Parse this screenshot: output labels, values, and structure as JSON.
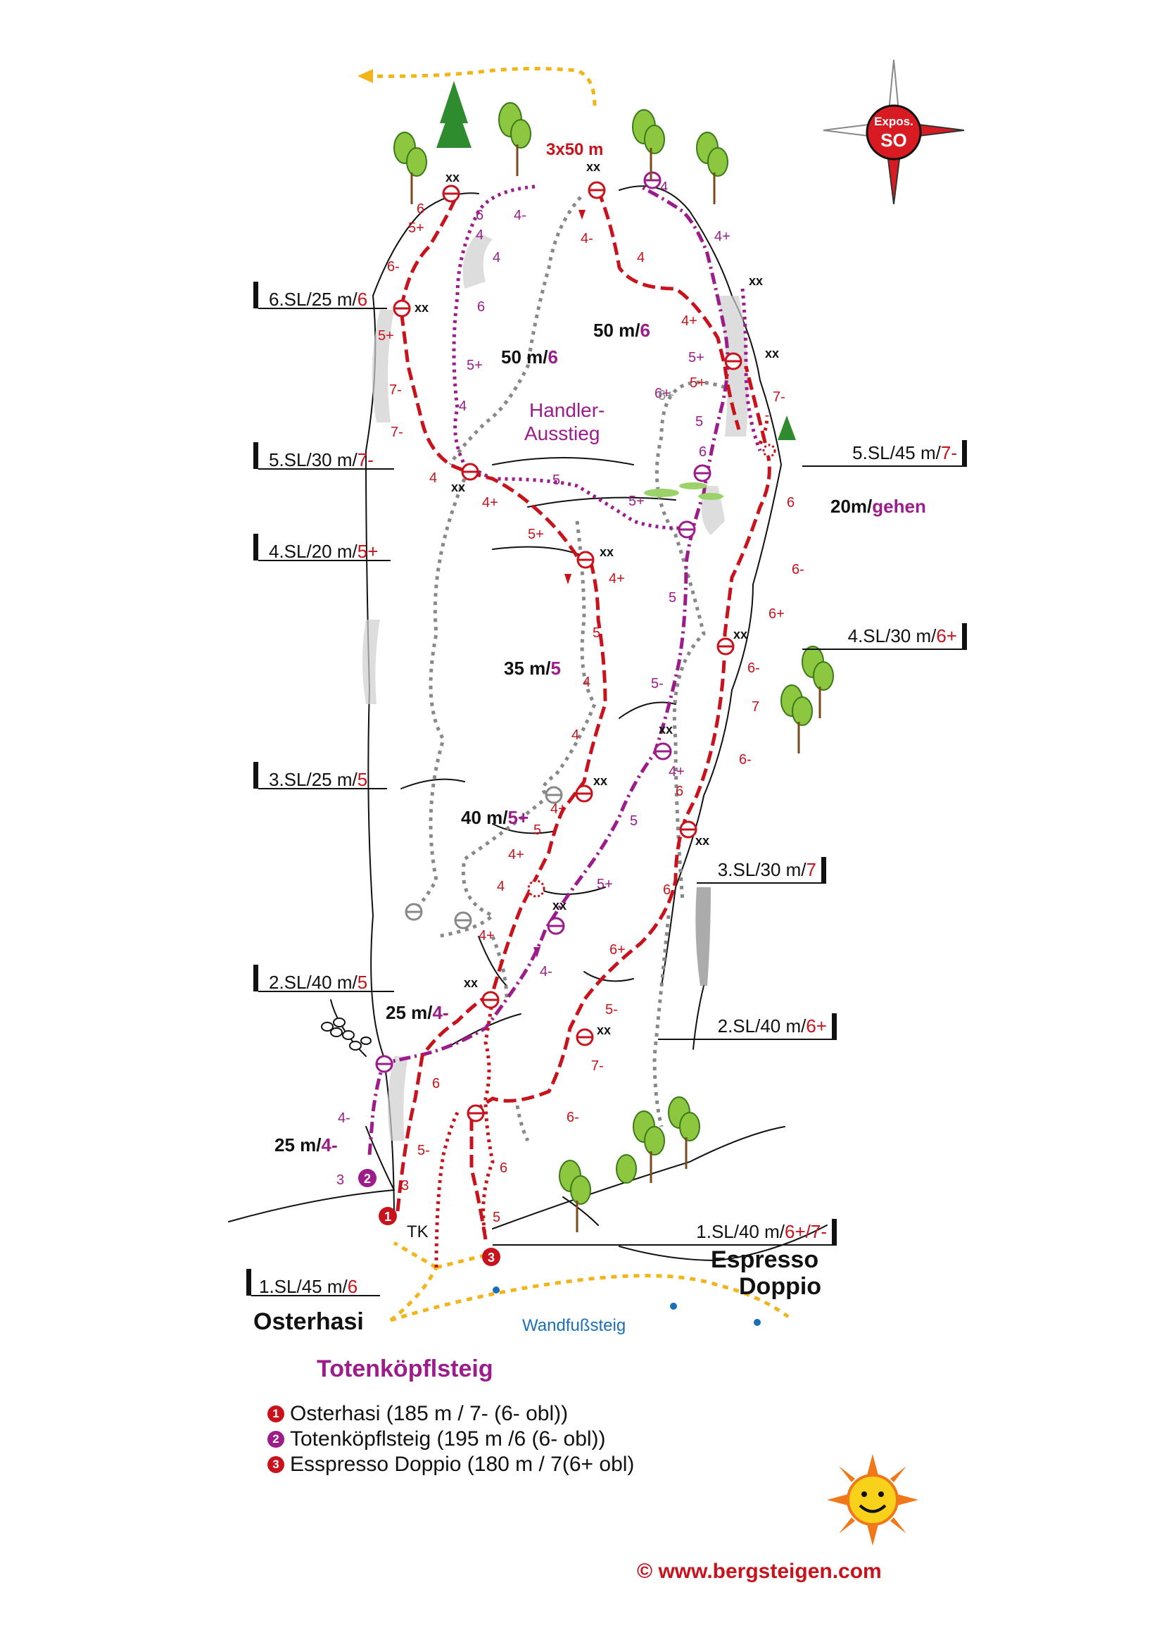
{
  "colors": {
    "osterhasi": "#c8121c",
    "totenkoepfl": "#9b1c8a",
    "espresso": "#c8121c",
    "descent": "#888888",
    "access": "#f2b418",
    "wandfuss": "#1a6fb8",
    "compass": "#d81a22"
  },
  "compass": {
    "line1": "Expos.",
    "line2": "SO"
  },
  "descent_label": "3x50 m",
  "bolts": "xx",
  "route_names": {
    "osterhasi": "Osterhasi",
    "totenkoepfl": "Totenköpflsteig",
    "espresso_1": "Espresso",
    "espresso_2": "Doppio",
    "handler_1": "Handler-",
    "handler_2": "Ausstieg",
    "wandfuss": "Wandfußsteig",
    "tk": "TK"
  },
  "osterhasi_pitches": [
    {
      "name": "6.SL/25 m/",
      "grade": "6"
    },
    {
      "name": "5.SL/30 m/",
      "grade": "7-"
    },
    {
      "name": "4.SL/20 m/",
      "grade": "5+"
    },
    {
      "name": "3.SL/25 m/",
      "grade": "5"
    },
    {
      "name": "2.SL/40 m/",
      "grade": "5"
    },
    {
      "name": "1.SL/45 m/",
      "grade": "6"
    }
  ],
  "espresso_pitches": [
    {
      "name": "5.SL/45 m/",
      "grade": "7-"
    },
    {
      "name": "4.SL/30 m/",
      "grade": "6+"
    },
    {
      "name": "3.SL/30 m/",
      "grade": "7"
    },
    {
      "name": "2.SL/40 m/",
      "grade": "6+"
    },
    {
      "name": "1.SL/40 m/",
      "grade": "6+/7-"
    }
  ],
  "totenkoepfl_pitches": [
    {
      "len": "50 m/",
      "grade": "6"
    },
    {
      "len": "50 m/",
      "grade": "6"
    },
    {
      "len": "20m/",
      "grade": "gehen"
    },
    {
      "len": "35 m/",
      "grade": "5"
    },
    {
      "len": "40 m/",
      "grade": "5+"
    },
    {
      "len": "25 m/",
      "grade": "4-"
    },
    {
      "len": "25 m/",
      "grade": "4-"
    }
  ],
  "legend": [
    {
      "num": "1",
      "text": "Osterhasi (185 m / 7- (6- obl))"
    },
    {
      "num": "2",
      "text": "Totenköpflsteig (195 m /6 (6- obl))"
    },
    {
      "num": "3",
      "text": "Esspresso Doppio (180 m / 7(6+ obl)"
    }
  ],
  "credit": "©  www.bergsteigen.com"
}
